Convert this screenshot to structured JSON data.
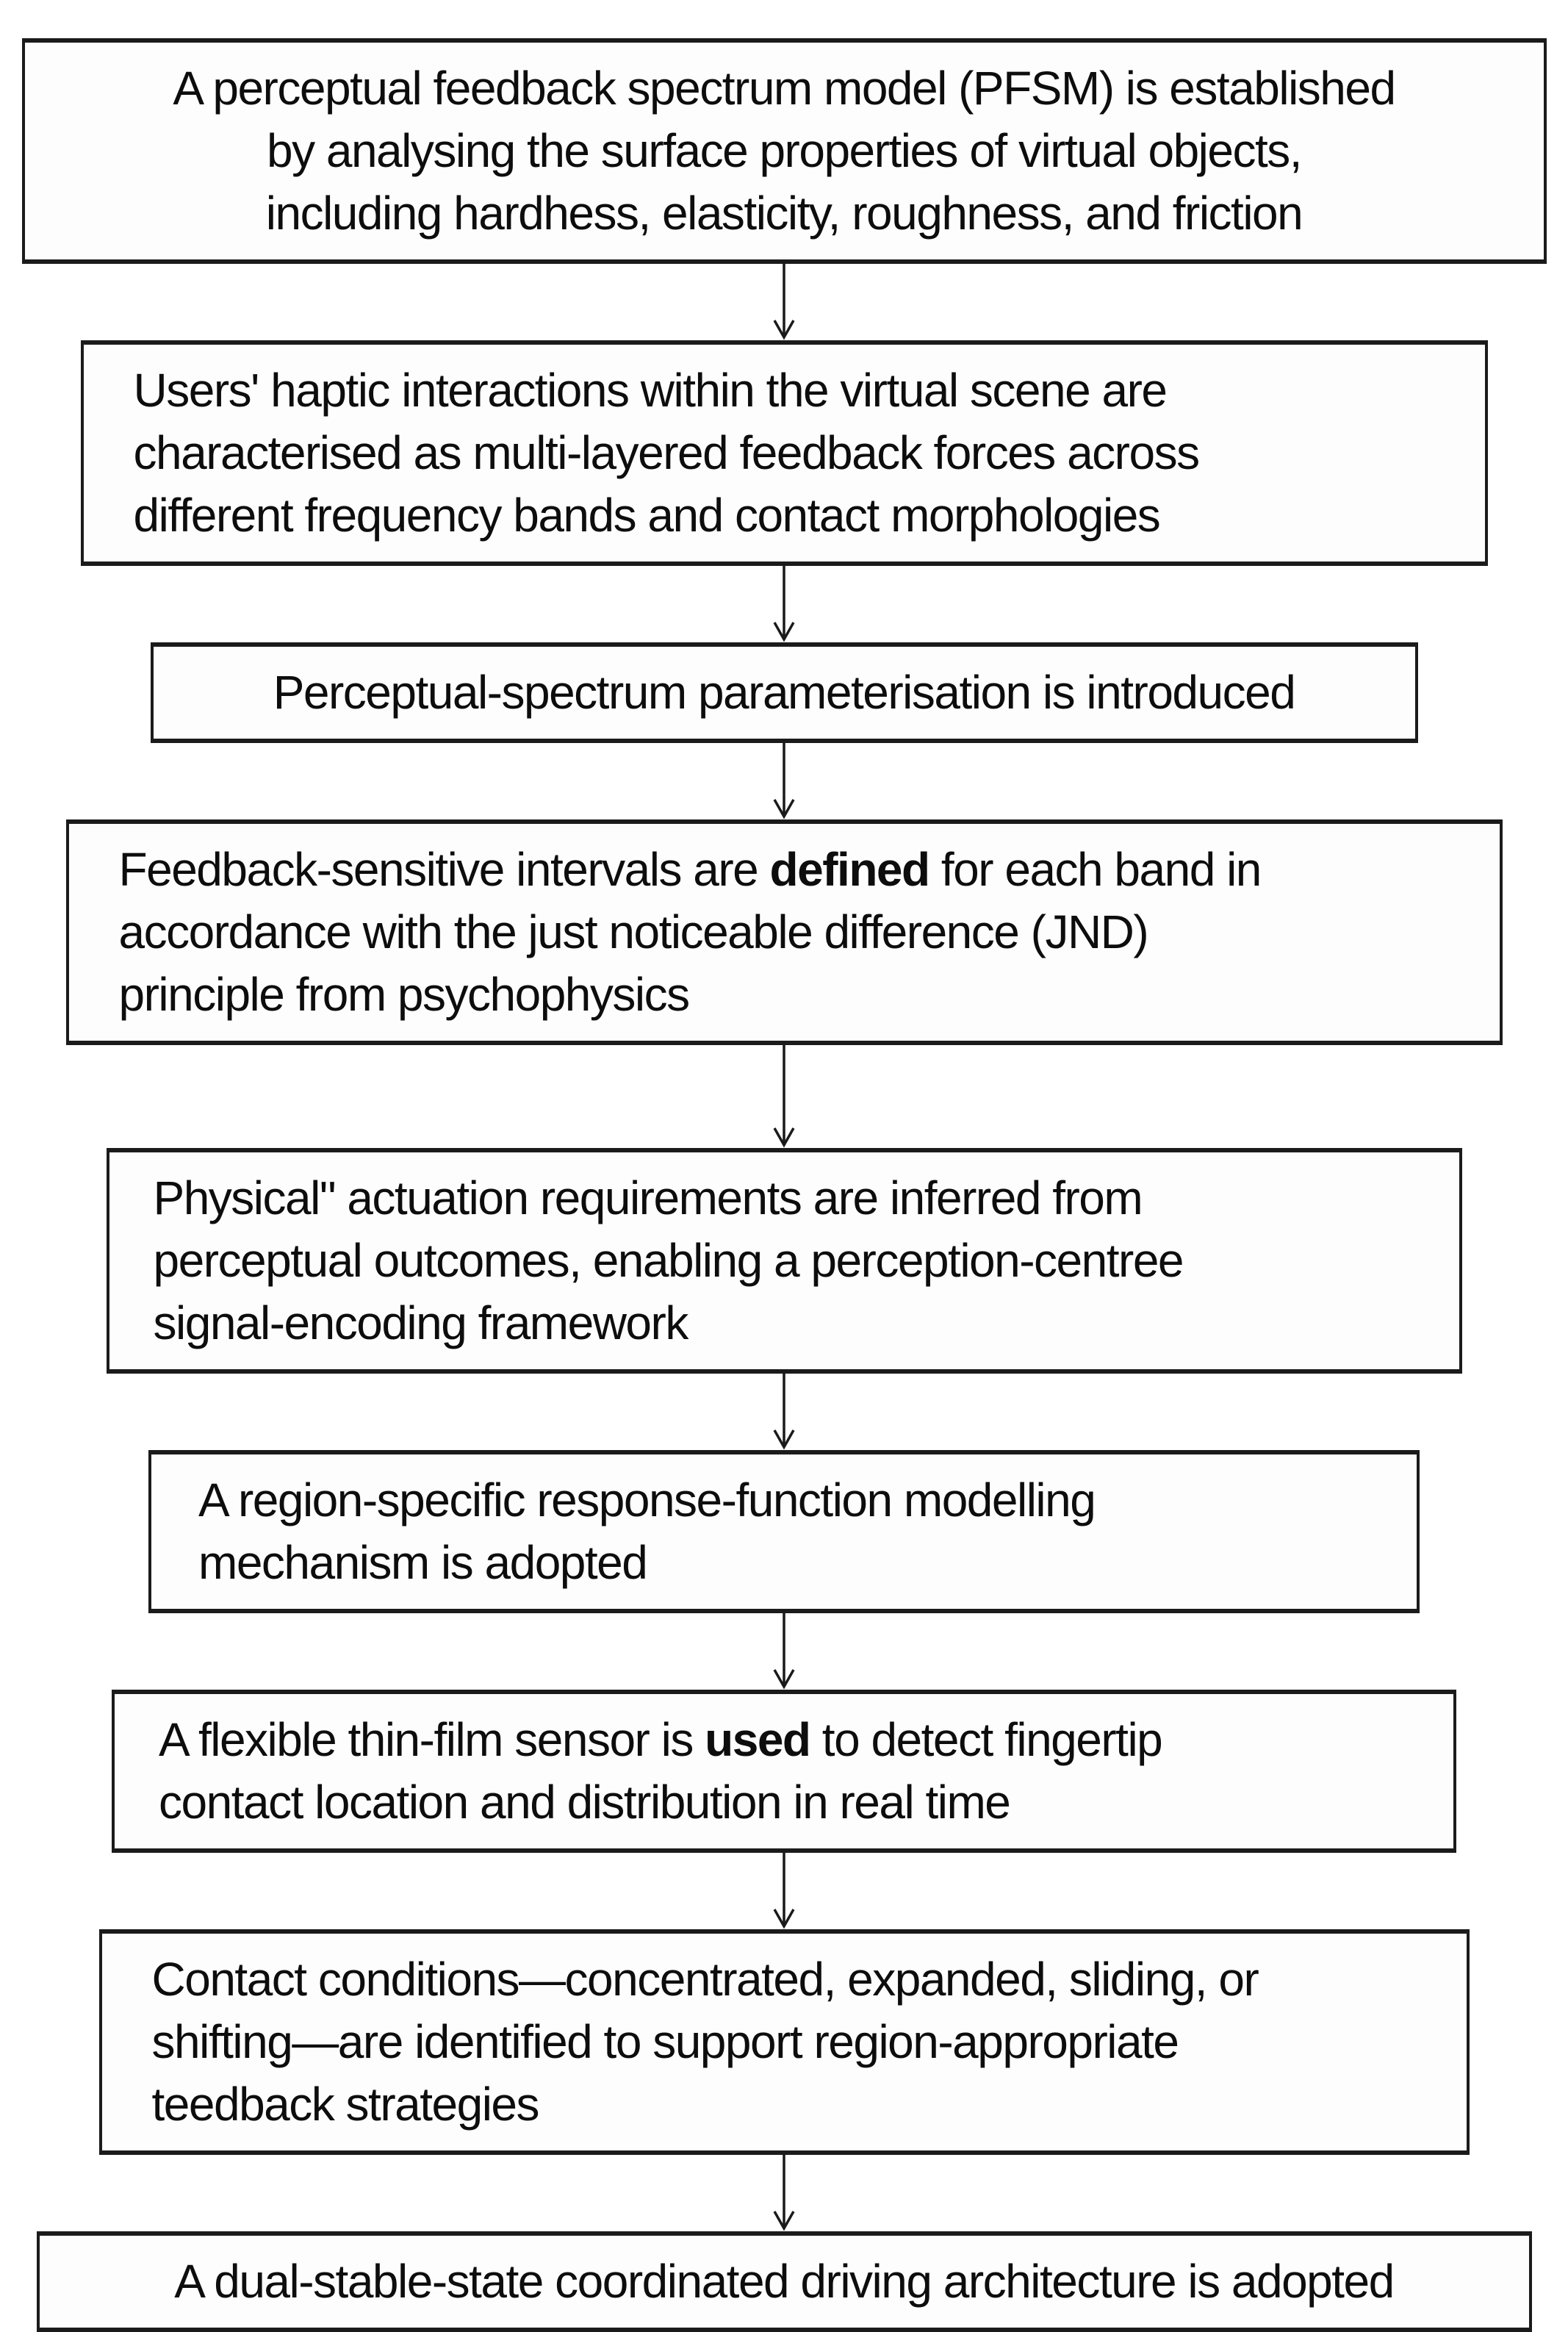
{
  "diagram": {
    "type": "flowchart",
    "direction": "top-down",
    "colors": {
      "border": "#1b1b1b",
      "box_background": "#fdfdfd",
      "text": "#0d0d0d",
      "arrow": "#1a1a1a",
      "page_background": "#ffffff"
    },
    "nodes": {
      "n1": {
        "text": "A perceptual feedback spectrum model (PFSM) is established\nby analysing the surface properties of virtual objects,\nincluding hardhess, elasticity, roughness, and friction"
      },
      "n2": {
        "text": "Users' haptic interactions within the virtual scene are\ncharacterised as multi-layered feedback forces across\ndifferent frequency bands and contact morphologies"
      },
      "n3": {
        "text": "Perceptual-spectrum parameterisation is introduced"
      },
      "n4": {
        "pre": "Feedback-sensitive intervals are ",
        "bold": "defined",
        "post": " for each band in\naccordance with the just noticeable difference (JND)\nprinciple from psychophysics"
      },
      "n5": {
        "text": "Physical\" actuation requirements are inferred from\nperceptual outcomes, enabling a perception-centree\nsignal-encoding framework"
      },
      "n6": {
        "text": "A region-specific response-function modelling\nmechanism is adopted"
      },
      "n7": {
        "pre": "A flexible thin-film sensor is ",
        "bold": "used",
        "post": " to detect fingertip\ncontact location and distribution in real time"
      },
      "n8": {
        "text": "Contact conditions—concentrated, expanded, sliding, or\nshifting—are identified to support region-appropriate\nteedback strategies"
      },
      "n9": {
        "text": "A dual-stable-state coordinated driving architecture is adopted"
      }
    },
    "edges": [
      {
        "from": "n1",
        "to": "n2"
      },
      {
        "from": "n2",
        "to": "n3"
      },
      {
        "from": "n3",
        "to": "n4"
      },
      {
        "from": "n4",
        "to": "n5"
      },
      {
        "from": "n5",
        "to": "n6"
      },
      {
        "from": "n6",
        "to": "n7"
      },
      {
        "from": "n7",
        "to": "n8"
      },
      {
        "from": "n8",
        "to": "n9"
      }
    ]
  }
}
